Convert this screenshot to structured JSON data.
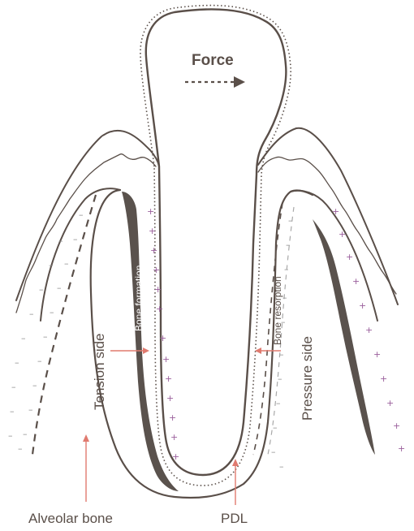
{
  "labels": {
    "force": "Force",
    "tension_side": "Tension side",
    "pressure_side": "Pressure side",
    "bone_formation": "Bone formation",
    "bone_resorption": "Bone resorption",
    "alveolar_bone": "Alveolar bone",
    "pdl": "PDL"
  },
  "colors": {
    "outline": "#5a4f49",
    "bone_band": "#5a524d",
    "pointer_arrow": "#e07a6f",
    "minus_mark": "#8f8f8f",
    "plus_mark": "#9a5f9c"
  },
  "symbols": {
    "minus": "–",
    "plus": "+"
  }
}
